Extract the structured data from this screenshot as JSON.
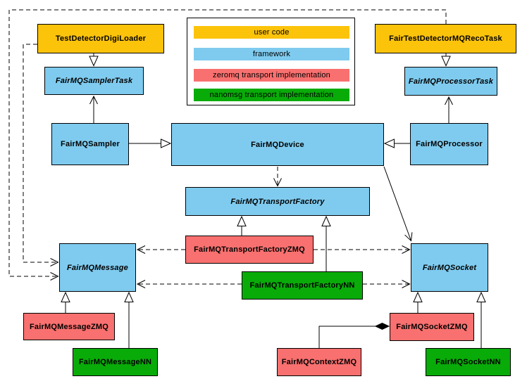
{
  "legend": {
    "items": [
      {
        "label": "user code",
        "color": "#FCC30B",
        "category": "user-code"
      },
      {
        "label": "framework",
        "color": "#7FCBEF",
        "category": "framework"
      },
      {
        "label": "zeromq transport implementation",
        "color": "#F8706F",
        "category": "zeromq"
      },
      {
        "label": "nanomsg transport implementation",
        "color": "#09AB09",
        "category": "nanomsg"
      }
    ]
  },
  "colors": {
    "user_code": "#FCC30B",
    "framework": "#7FCBEF",
    "zeromq": "#F8706F",
    "nanomsg": "#09AB09",
    "line": "#000000",
    "background": "#ffffff"
  },
  "nodes": {
    "testDetectorDigiLoader": {
      "label": "TestDetectorDigiLoader",
      "category": "user-code",
      "abstract": false,
      "color": "#FCC30B"
    },
    "fairTestDetectorMQRecoTask": {
      "label": "FairTestDetectorMQRecoTask",
      "category": "user-code",
      "abstract": false,
      "color": "#FCC30B"
    },
    "fairMQSamplerTask": {
      "label": "FairMQSamplerTask",
      "category": "framework",
      "abstract": true,
      "color": "#7FCBEF"
    },
    "fairMQProcessorTask": {
      "label": "FairMQProcessorTask",
      "category": "framework",
      "abstract": true,
      "color": "#7FCBEF"
    },
    "fairMQSampler": {
      "label": "FairMQSampler",
      "category": "framework",
      "abstract": false,
      "color": "#7FCBEF"
    },
    "fairMQDevice": {
      "label": "FairMQDevice",
      "category": "framework",
      "abstract": false,
      "color": "#7FCBEF"
    },
    "fairMQProcessor": {
      "label": "FairMQProcessor",
      "category": "framework",
      "abstract": false,
      "color": "#7FCBEF"
    },
    "fairMQTransportFactory": {
      "label": "FairMQTransportFactory",
      "category": "framework",
      "abstract": true,
      "color": "#7FCBEF"
    },
    "fairMQTransportFactoryZMQ": {
      "label": "FairMQTransportFactoryZMQ",
      "category": "zeromq",
      "abstract": false,
      "color": "#F8706F"
    },
    "fairMQTransportFactoryNN": {
      "label": "FairMQTransportFactoryNN",
      "category": "nanomsg",
      "abstract": false,
      "color": "#09AB09"
    },
    "fairMQMessage": {
      "label": "FairMQMessage",
      "category": "framework",
      "abstract": true,
      "color": "#7FCBEF"
    },
    "fairMQSocket": {
      "label": "FairMQSocket",
      "category": "framework",
      "abstract": true,
      "color": "#7FCBEF"
    },
    "fairMQMessageZMQ": {
      "label": "FairMQMessageZMQ",
      "category": "zeromq",
      "abstract": false,
      "color": "#F8706F"
    },
    "fairMQMessageNN": {
      "label": "FairMQMessageNN",
      "category": "nanomsg",
      "abstract": false,
      "color": "#09AB09"
    },
    "fairMQContextZMQ": {
      "label": "FairMQContextZMQ",
      "category": "zeromq",
      "abstract": false,
      "color": "#F8706F"
    },
    "fairMQSocketZMQ": {
      "label": "FairMQSocketZMQ",
      "category": "zeromq",
      "abstract": false,
      "color": "#F8706F"
    },
    "fairMQSocketNN": {
      "label": "FairMQSocketNN",
      "category": "nanomsg",
      "abstract": false,
      "color": "#09AB09"
    }
  },
  "edges": [
    {
      "from": "TestDetectorDigiLoader",
      "to": "FairMQSamplerTask",
      "type": "inheritance"
    },
    {
      "from": "FairTestDetectorMQRecoTask",
      "to": "FairMQProcessorTask",
      "type": "inheritance"
    },
    {
      "from": "FairMQSampler",
      "to": "FairMQDevice",
      "type": "inheritance"
    },
    {
      "from": "FairMQProcessor",
      "to": "FairMQDevice",
      "type": "inheritance"
    },
    {
      "from": "FairMQSampler",
      "to": "FairMQSamplerTask",
      "type": "association"
    },
    {
      "from": "FairMQProcessor",
      "to": "FairMQProcessorTask",
      "type": "association"
    },
    {
      "from": "FairMQDevice",
      "to": "FairMQTransportFactory",
      "type": "dependency"
    },
    {
      "from": "FairMQDevice",
      "to": "FairMQSocket",
      "type": "association"
    },
    {
      "from": "FairMQTransportFactoryZMQ",
      "to": "FairMQTransportFactory",
      "type": "inheritance"
    },
    {
      "from": "FairMQTransportFactoryNN",
      "to": "FairMQTransportFactory",
      "type": "inheritance"
    },
    {
      "from": "FairMQTransportFactoryZMQ",
      "to": "FairMQMessage",
      "type": "dependency"
    },
    {
      "from": "FairMQTransportFactoryZMQ",
      "to": "FairMQSocket",
      "type": "dependency"
    },
    {
      "from": "FairMQTransportFactoryNN",
      "to": "FairMQMessage",
      "type": "dependency"
    },
    {
      "from": "FairMQTransportFactoryNN",
      "to": "FairMQSocket",
      "type": "dependency"
    },
    {
      "from": "TestDetectorDigiLoader",
      "to": "FairMQMessage",
      "type": "dependency"
    },
    {
      "from": "FairTestDetectorMQRecoTask",
      "to": "FairMQMessage",
      "type": "dependency"
    },
    {
      "from": "FairMQMessageZMQ",
      "to": "FairMQMessage",
      "type": "inheritance"
    },
    {
      "from": "FairMQMessageNN",
      "to": "FairMQMessage",
      "type": "inheritance"
    },
    {
      "from": "FairMQSocketZMQ",
      "to": "FairMQSocket",
      "type": "inheritance"
    },
    {
      "from": "FairMQSocketNN",
      "to": "FairMQSocket",
      "type": "inheritance"
    },
    {
      "from": "FairMQContextZMQ",
      "to": "FairMQSocketZMQ",
      "type": "aggregation"
    }
  ]
}
